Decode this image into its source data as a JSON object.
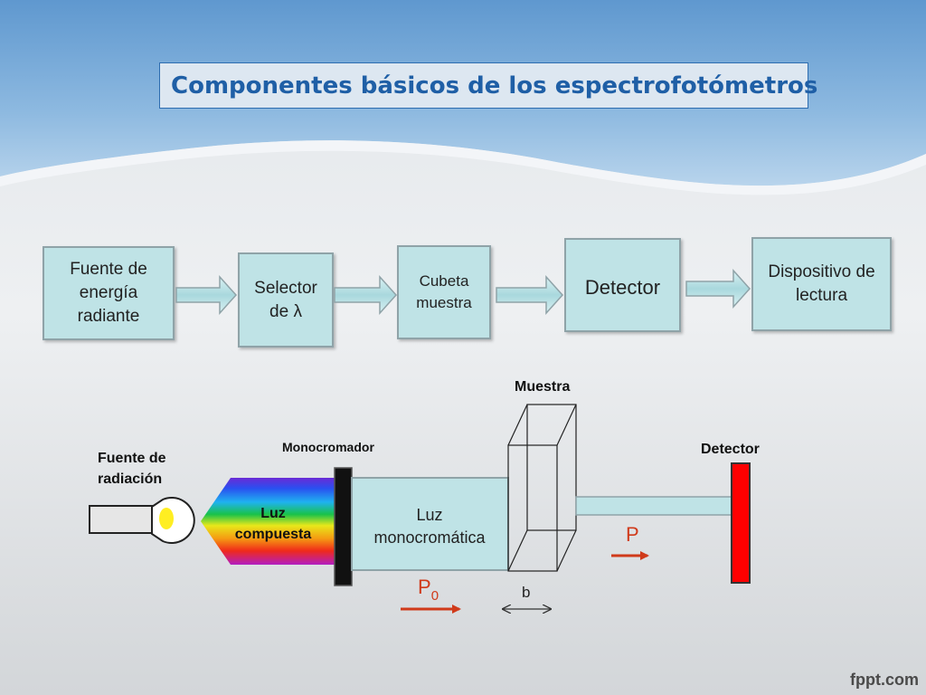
{
  "title": "Componentes básicos de los espectrofotómetros",
  "blocks": {
    "source": "Fuente  de energía radiante",
    "selector": "Selector de λ",
    "cuvette": "Cubeta muestra",
    "detector": "Detector",
    "readout": "Dispositivo de lectura"
  },
  "setup": {
    "source_label_line1": "Fuente de",
    "source_label_line2": "radiación",
    "monochromator_label": "Monocromador",
    "sample_label": "Muestra",
    "detector_label": "Detector",
    "compound_light_line1": "Luz",
    "compound_light_line2": "compuesta",
    "mono_light_line1": "Luz",
    "mono_light_line2": "monocromática",
    "p0_main": "P",
    "p0_sub": "0",
    "p_label": "P",
    "b_label": "b"
  },
  "colors": {
    "title_text": "#1f5fa6",
    "block_fill": "#bfe3e6",
    "arrow_red": "#d03a1a",
    "detector_red": "#ff0000"
  },
  "footer": "fppt.com"
}
